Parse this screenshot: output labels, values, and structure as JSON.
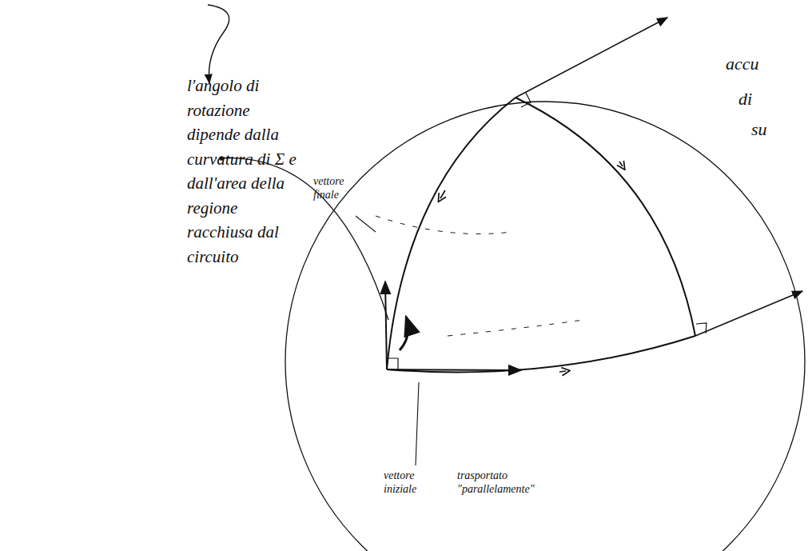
{
  "diagram": {
    "labels": [
      "l'angolo di rotazione dipende dalla curvatura di Σ e dall'area della regione racchiusa dal circuito",
      "vettore finale",
      "vettore iniziale",
      "trasportato \"parallelamente\"",
      "accu",
      "di",
      "su"
    ]
  }
}
